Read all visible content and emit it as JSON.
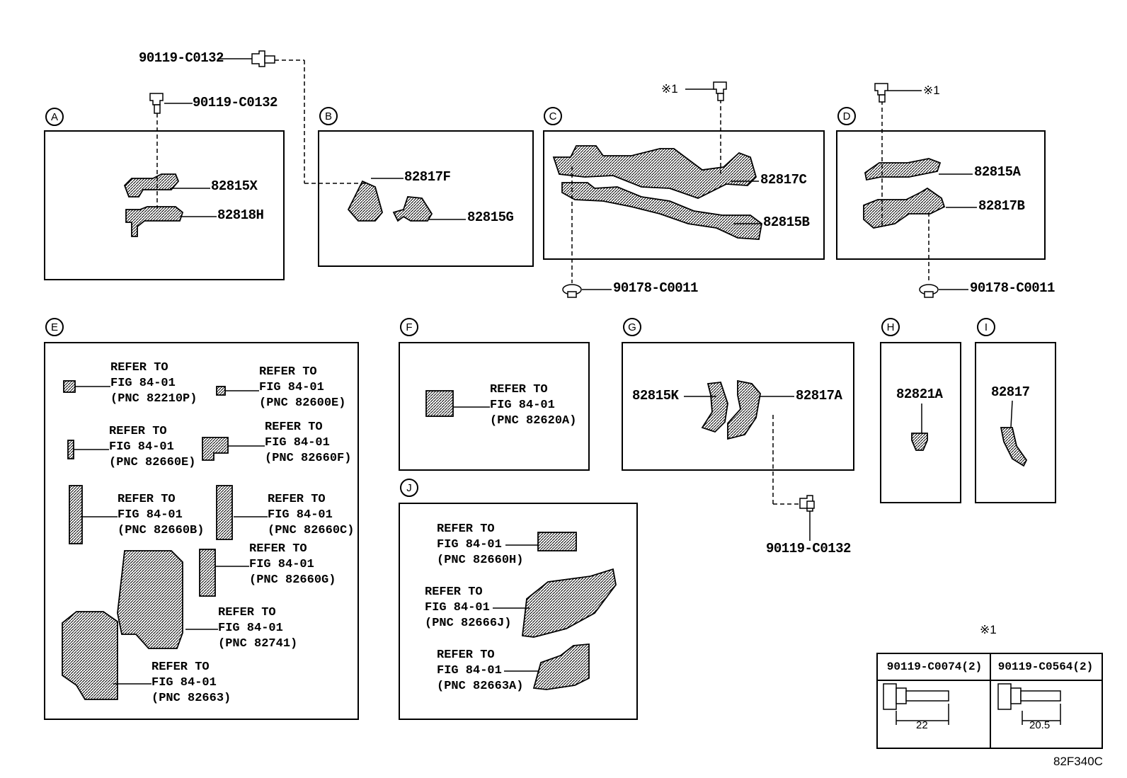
{
  "sections": [
    "A",
    "B",
    "C",
    "D",
    "E",
    "F",
    "G",
    "H",
    "I",
    "J"
  ],
  "labels": {
    "a_top_bolt": "90119-C0132",
    "a_bolt": "90119-C0132",
    "a_part1": "82815X",
    "a_part2": "82818H",
    "b_part1": "82817F",
    "b_part2": "82815G",
    "c_note": "※1",
    "c_part1": "82817C",
    "c_part2": "82815B",
    "c_clip": "90178-C0011",
    "d_note": "※1",
    "d_part1": "82815A",
    "d_part2": "82817B",
    "d_clip": "90178-C0011",
    "g_part1": "82815K",
    "g_part2": "82817A",
    "g_bolt": "90119-C0132",
    "h_part": "82821A",
    "i_part": "82817"
  },
  "refs": {
    "e1": [
      "REFER TO",
      "FIG 84-01",
      "(PNC 82210P)"
    ],
    "e2": [
      "REFER TO",
      "FIG 84-01",
      "(PNC 82600E)"
    ],
    "e3": [
      "REFER TO",
      "FIG 84-01",
      "(PNC 82660E)"
    ],
    "e4": [
      "REFER TO",
      "FIG 84-01",
      "(PNC 82660F)"
    ],
    "e5": [
      "REFER TO",
      "FIG 84-01",
      "(PNC 82660B)"
    ],
    "e6": [
      "REFER TO",
      "FIG 84-01",
      "(PNC 82660C)"
    ],
    "e7": [
      "REFER TO",
      "FIG 84-01",
      "(PNC 82660G)"
    ],
    "e8": [
      "REFER TO",
      "FIG 84-01",
      "(PNC 82741)"
    ],
    "e9": [
      "REFER TO",
      "FIG 84-01",
      "(PNC 82663)"
    ],
    "f1": [
      "REFER TO",
      "FIG 84-01",
      "(PNC 82620A)"
    ],
    "j1": [
      "REFER TO",
      "FIG 84-01",
      "(PNC 82660H)"
    ],
    "j2": [
      "REFER TO",
      "FIG 84-01",
      "(PNC 82666J)"
    ],
    "j3": [
      "REFER TO",
      "FIG 84-01",
      "(PNC 82663A)"
    ]
  },
  "table": {
    "note": "※1",
    "col1": "90119-C0074(2)",
    "col2": "90119-C0564(2)",
    "dim1": "22",
    "dim2": "20.5"
  },
  "diagram_code": "82F340C"
}
